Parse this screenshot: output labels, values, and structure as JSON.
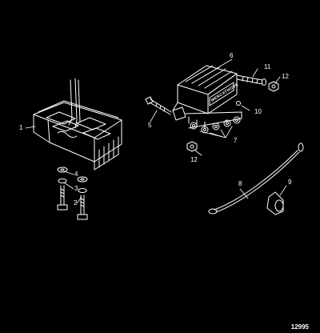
{
  "callouts": [
    "1",
    "2",
    "3",
    "4",
    "5",
    "6",
    "7",
    "8",
    "9",
    "10",
    "11",
    "12",
    "12"
  ],
  "figure_id": "12995",
  "stamp_text": "MERCATHODE",
  "colors": {
    "background": "#000000",
    "linework": "#ffffff"
  }
}
